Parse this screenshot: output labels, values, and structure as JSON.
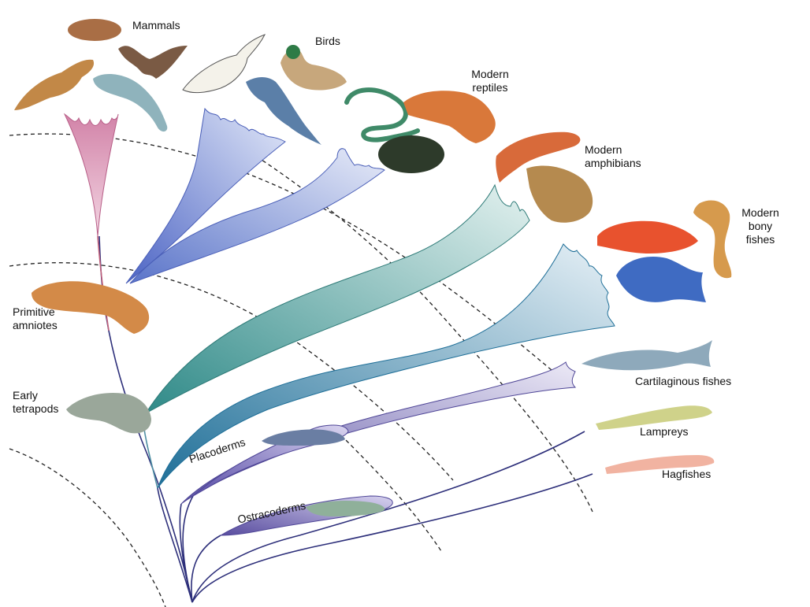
{
  "labels": {
    "mammals": "Mammals",
    "birds": "Birds",
    "modern_reptiles": "Modern\nreptiles",
    "modern_amphibians": "Modern\namphibians",
    "modern_bony_fishes": "Modern\nbony\nfishes",
    "primitive_amniotes": "Primitive\namniotes",
    "early_tetrapods": "Early\ntetrapods",
    "cartilaginous_fishes": "Cartilaginous fishes",
    "lampreys": "Lampreys",
    "hagfishes": "Hagfishes",
    "placoderms": "Placoderms",
    "ostracoderms": "Ostracoderms"
  },
  "colors": {
    "mammal_clade": "#d98fb0",
    "bird_clade": "#6f86cf",
    "reptile_clade": "#8fa0dc",
    "amphibian_clade": "#4f9f9a",
    "bony_fish_clade": "#3f8fae",
    "cartilaginous_clade": "#8c87c4",
    "placoderm_clade": "#7c74b8",
    "ostracoderm_clade": "#7a6fb5",
    "lineage_line": "#2d2f7a",
    "time_boundary": "#222222"
  }
}
